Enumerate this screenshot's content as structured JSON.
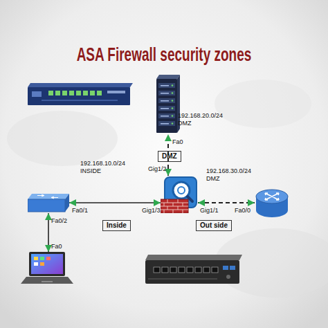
{
  "diagram": {
    "title": "ASA Firewall security zones",
    "nodes": [
      {
        "text": []
      },
      {
        "text": []
      },
      {
        "text": []
      },
      {
        "text": []
      },
      {
        "text": []
      }
    ],
    "edges": [
      {
        "from": 2,
        "to": 0,
        "arrow": "both",
        "label": "DMZ"
      },
      {
        "from": 1,
        "to": 2,
        "arrow": "both",
        "label": "Inside"
      },
      {
        "from": 2,
        "to": 3,
        "arrow": "both",
        "label": "Out side"
      },
      {
        "from": 4,
        "to": 1,
        "arrow": "both"
      }
    ],
    "labels": [
      "192.168.20.0/24",
      "DMZ",
      "Fa0",
      "Gig1/2",
      "192.168.10.0/24",
      "INSIDE",
      "192.168.30.0/24",
      "DMZ",
      "Fa0/1",
      "Gig1/3",
      "Gig1/1",
      "Fa0/0",
      "Fa0/2",
      "Fa0"
    ]
  }
}
